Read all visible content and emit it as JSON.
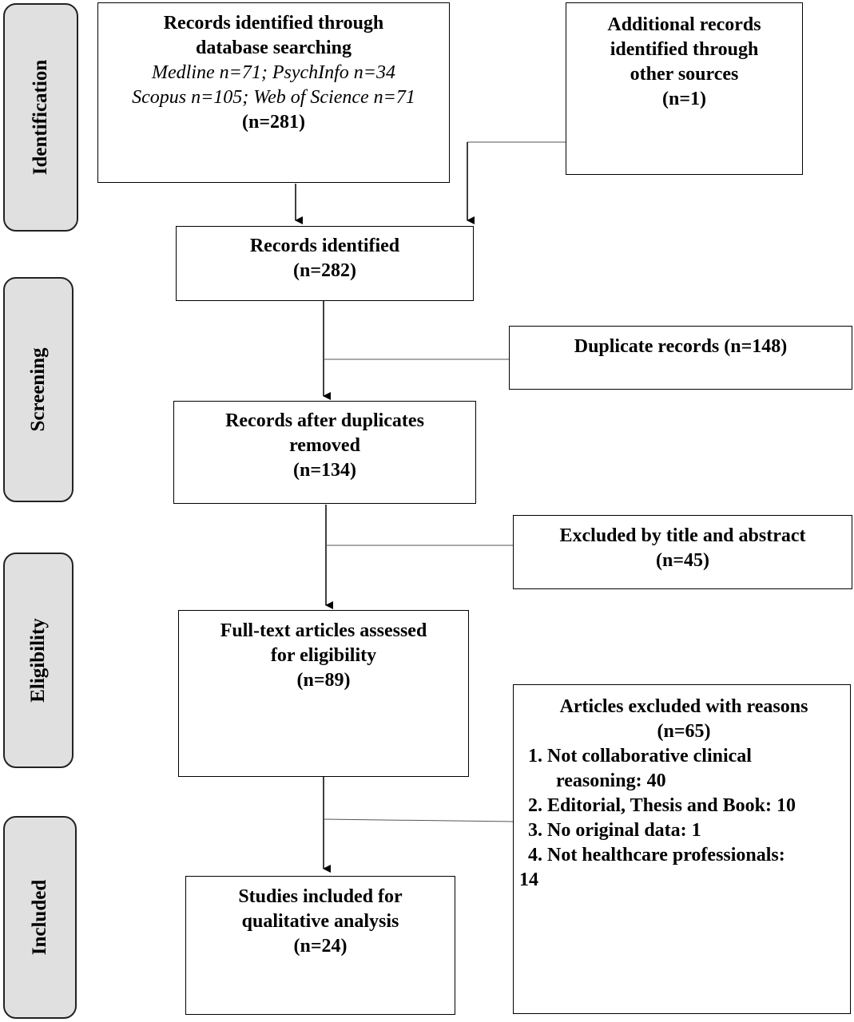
{
  "stages": [
    {
      "id": "identification",
      "label": "Identification"
    },
    {
      "id": "screening",
      "label": "Screening"
    },
    {
      "id": "eligibility",
      "label": "Eligibility"
    },
    {
      "id": "included",
      "label": "Included"
    }
  ],
  "boxes": {
    "database": {
      "title_line1": "Records identified through",
      "title_line2": "database searching",
      "sources_line1": "Medline n=71; PsychInfo n=34",
      "sources_line2": "Scopus n=105; Web of Science n=71",
      "count": "(n=281)"
    },
    "additional": {
      "line1": "Additional records",
      "line2": "identified through",
      "line3": "other sources",
      "count": "(n=1)"
    },
    "identified": {
      "title": "Records identified",
      "count": "(n=282)"
    },
    "duplicates": {
      "title": "Duplicate records (n=148)"
    },
    "after_duplicates": {
      "line1": "Records after duplicates",
      "line2": "removed",
      "count": "(n=134)"
    },
    "excluded_title_abstract": {
      "title": "Excluded by title and abstract",
      "count": "(n=45)"
    },
    "fulltext": {
      "line1": "Full-text articles assessed",
      "line2": "for eligibility",
      "count": "(n=89)"
    },
    "excluded_reasons": {
      "title": "Articles excluded with reasons",
      "count": "(n=65)",
      "item1_line1": "1.  Not collaborative clinical",
      "item1_line2": "reasoning: 40",
      "item2": "2. Editorial, Thesis and Book: 10",
      "item3": "3. No original data: 1",
      "item4_line1": "4. Not healthcare professionals:",
      "item4_line2": "14"
    },
    "included": {
      "line1": "Studies included for",
      "line2": "qualitative analysis",
      "count": "(n=24)"
    }
  },
  "colors": {
    "stage_fill": "#e0e0e0",
    "line": "#000000",
    "connector_gray": "#555555"
  }
}
